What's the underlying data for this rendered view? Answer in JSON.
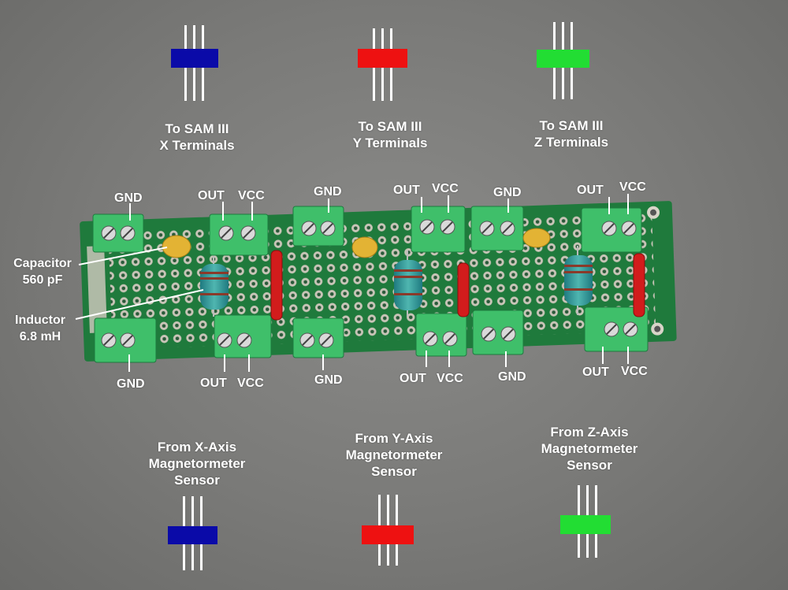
{
  "colors": {
    "x_axis": "#0a0aa8",
    "y_axis": "#ee1111",
    "z_axis": "#22dd33",
    "board": "#1f7a3c",
    "terminal": "#3fbf6a",
    "background": "#7d7d7b"
  },
  "top_labels": {
    "x": [
      "To SAM III",
      "X Terminals"
    ],
    "y": [
      "To SAM III",
      "Y Terminals"
    ],
    "z": [
      "To SAM III",
      "Z Terminals"
    ]
  },
  "bottom_labels": {
    "x": [
      "From X-Axis",
      "Magnetormeter",
      "Sensor"
    ],
    "y": [
      "From Y-Axis",
      "Magnetormeter",
      "Sensor"
    ],
    "z": [
      "From Z-Axis",
      "Magnetormeter",
      "Sensor"
    ]
  },
  "component_labels": {
    "capacitor": [
      "Capacitor",
      "560 pF"
    ],
    "inductor": [
      "Inductor",
      "6.8 mH"
    ]
  },
  "terminal_labels": {
    "gnd": "GND",
    "out": "OUT",
    "vcc": "VCC"
  }
}
